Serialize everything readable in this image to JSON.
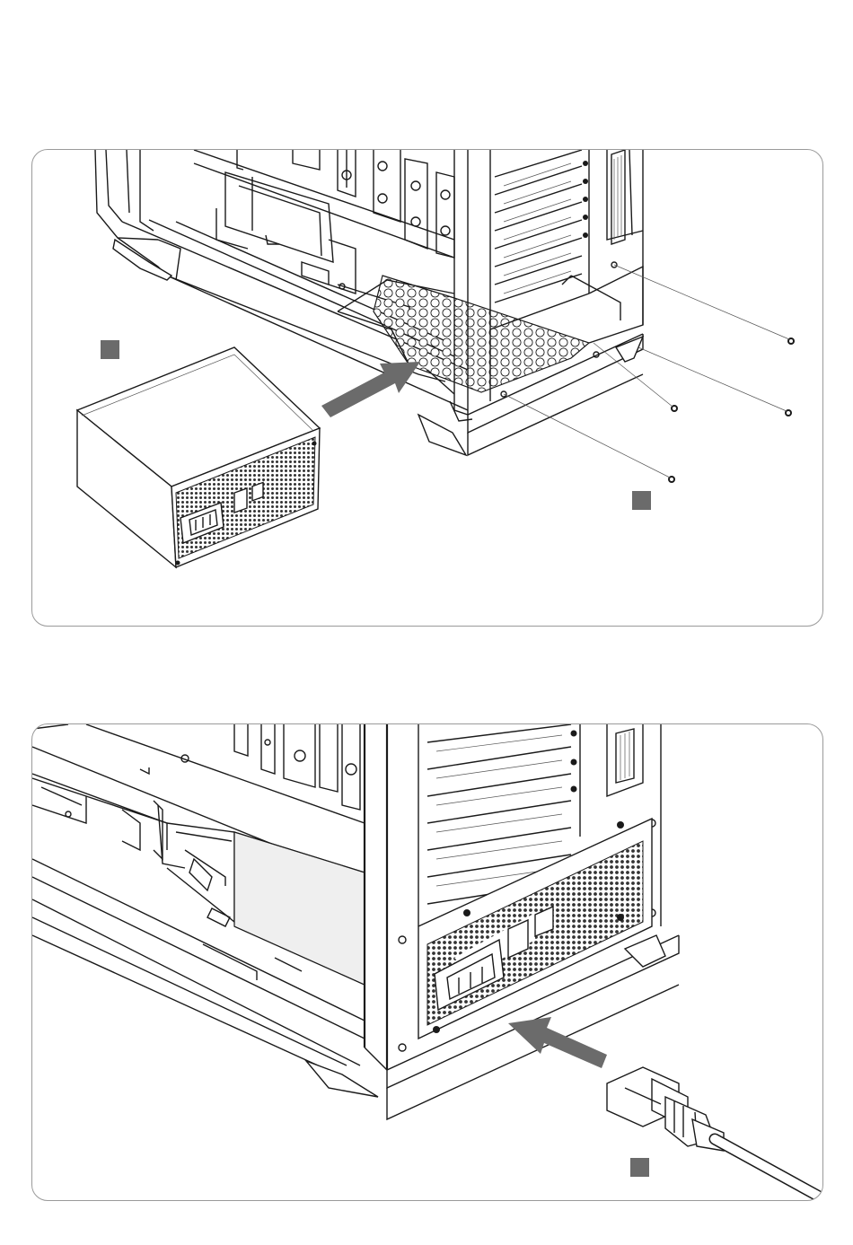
{
  "colors": {
    "background": "#ffffff",
    "line": "#1a1a1a",
    "panel_border": "#9a9a9a",
    "arrow": "#6b6b6b",
    "marker": "#6b6b6b",
    "hex_mesh": "#3a3a3a"
  },
  "steps": [
    {
      "id": "install-psu",
      "markers": 2,
      "screws": 4
    },
    {
      "id": "connect-power-cord",
      "markers": 1
    }
  ]
}
